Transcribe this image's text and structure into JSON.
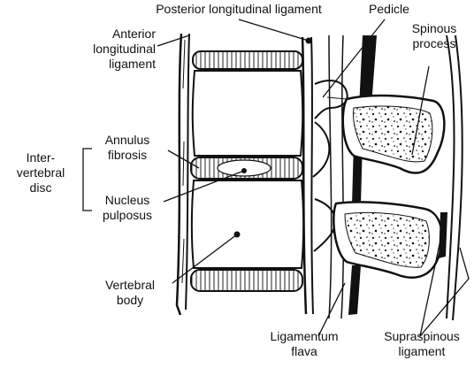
{
  "labels": {
    "posterior_longitudinal_ligament": "Posterior longitudinal ligament",
    "pedicle": "Pedicle",
    "anterior_longitudinal_ligament": [
      "Anterior",
      "longitudinal",
      "ligament"
    ],
    "spinous_process": [
      "Spinous",
      "process"
    ],
    "intervertebral_disc": [
      "Inter-",
      "vertebral",
      "disc"
    ],
    "annulus_fibrosis": [
      "Annulus",
      "fibrosis"
    ],
    "nucleus_pulposus": [
      "Nucleus",
      "pulposus"
    ],
    "vertebral_body": [
      "Vertebral",
      "body"
    ],
    "ligamentum_flava": [
      "Ligamentum",
      "flava"
    ],
    "supraspinous_ligament": [
      "Supraspinous",
      "ligament"
    ]
  }
}
